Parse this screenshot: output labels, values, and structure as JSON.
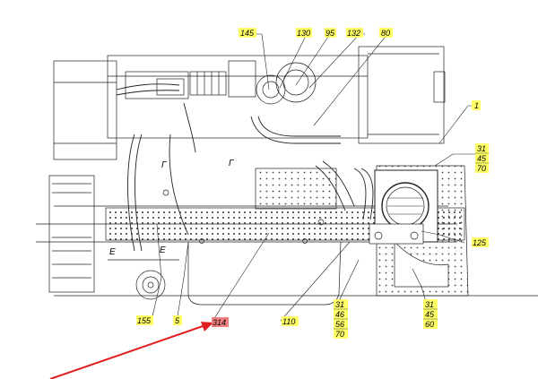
{
  "diagram": {
    "callouts": {
      "c145": "145",
      "c130": "130",
      "c95": "95",
      "c132": "132",
      "c80": "80",
      "c1": "1",
      "c125": "125",
      "c155": "155",
      "c5": "5",
      "c314": "314",
      "c110": "110"
    },
    "stacks": {
      "right_top": [
        "31",
        "45",
        "70"
      ],
      "bottom_mid": [
        "31",
        "46",
        "56",
        "70"
      ],
      "bottom_right": [
        "31",
        "45",
        "60"
      ]
    },
    "section_marks": {
      "g1": "Г",
      "g2": "Г",
      "e1": "Е",
      "e2": "Е"
    },
    "colors": {
      "callout_fill": "#ffff66",
      "highlight_fill": "#f08080",
      "arrow": "#e02020",
      "line": "#222222"
    }
  }
}
